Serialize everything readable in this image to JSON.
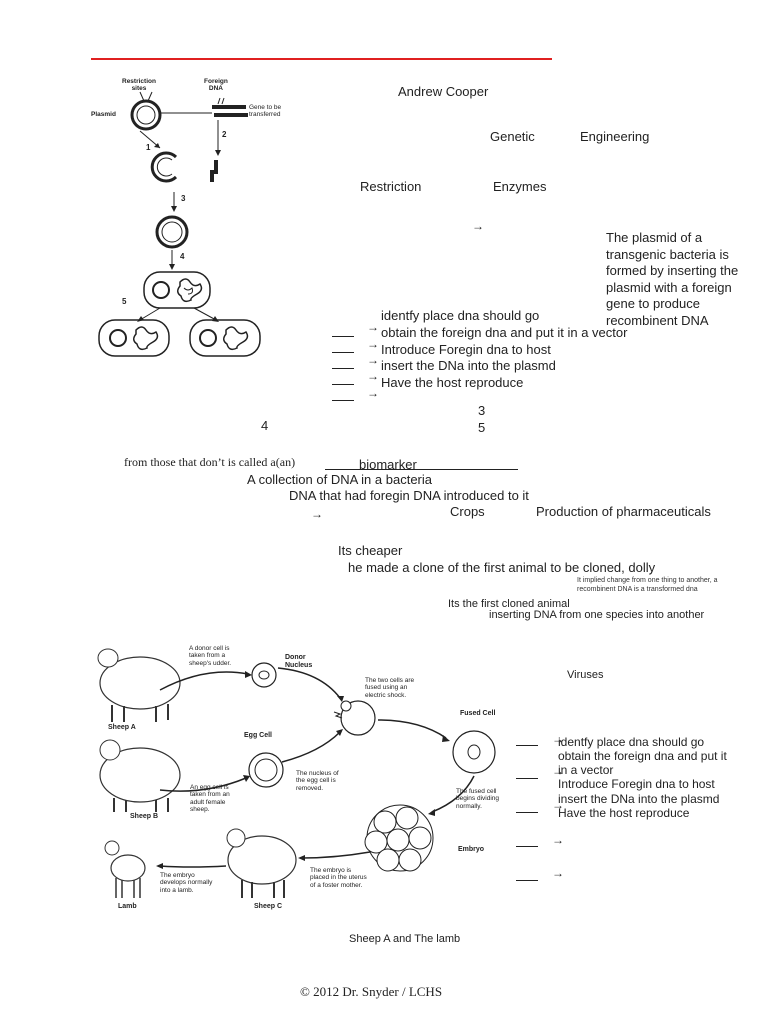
{
  "header_rule_color": "#e02020",
  "author": "Andrew Cooper",
  "topic": {
    "word1": "Genetic",
    "word2": "Engineering"
  },
  "tool": {
    "word1": "Restriction",
    "word2": "Enzymes"
  },
  "arrow": "→",
  "plasmid_answer": [
    "The plasmid of a",
    "transgenic bacteria is",
    "formed by inserting the",
    "plasmid with a foreign",
    "gene to produce",
    "recombinent DNA"
  ],
  "steps": [
    "identfy place dna should go",
    "obtain the foreign dna and put it in a vector",
    "Introduce Foregin dna to host",
    "insert the DNa into the plasmd",
    "Have the host reproduce"
  ],
  "num_3": "3",
  "num_4": "4",
  "num_5": "5",
  "biomarker_prompt": "from those that don’t is called a(an)",
  "biomarker_answer": "biomarker",
  "library_answer": "A collection of DNA in a bacteria",
  "transformed_answer": "DNA that had foregin DNA introduced to it",
  "uses": {
    "word1": "Crops",
    "word2": "Production of pharmaceuticals"
  },
  "cheaper": "Its cheaper",
  "dolly": "he made a clone of the first animal to be cloned, dolly",
  "small_note": [
    "It implied change from one thing to another, a",
    "recombinent DNA is a transformed dna"
  ],
  "first_cloned": "Its the first cloned animal",
  "transgenic": "inserting DNA from one species into another",
  "viruses": "Viruses",
  "steps2": [
    [
      "identfy place dna should go"
    ],
    [
      "obtain the foreign dna and put it",
      "in a vector"
    ],
    [
      "Introduce Foregin dna to host"
    ],
    [
      "insert the DNa into the plasmd"
    ],
    [
      "Have the host reproduce"
    ]
  ],
  "sheep_caption": "Sheep A and The lamb",
  "footer": "© 2012   Dr. Snyder  /  LCHS",
  "diagram1": {
    "restriction_sites": [
      "Restriction",
      "sites"
    ],
    "foreign_dna": [
      "Foreign",
      "DNA"
    ],
    "plasmid": "Plasmid",
    "gene": [
      "Gene to be",
      "transferred"
    ],
    "steps": [
      "1",
      "2",
      "3",
      "4",
      "5"
    ]
  },
  "diagram2": {
    "donor_text": [
      "A donor cell is",
      "taken from a",
      "sheep's udder."
    ],
    "donor_nucleus": [
      "Donor",
      "Nucleus"
    ],
    "fused_text": [
      "The two cells are",
      "fused using an",
      "electric shock."
    ],
    "fused_cell": "Fused Cell",
    "sheep_a": "Sheep A",
    "egg_cell": "Egg Cell",
    "nucleus_removed": [
      "The nucleus of",
      "the egg cell is",
      "removed."
    ],
    "egg_taken": [
      "An egg cell is",
      "taken from an",
      "adult female",
      "sheep."
    ],
    "sheep_b": "Sheep B",
    "dividing": [
      "The fused cell",
      "begins dividing",
      "normally."
    ],
    "embryo": "Embryo",
    "uterus": [
      "The embryo is",
      "placed in the uterus",
      "of a foster mother."
    ],
    "develops": [
      "The embryo",
      "develops normally",
      "into a lamb."
    ],
    "lamb": "Lamb",
    "sheep_c": "Sheep C"
  }
}
